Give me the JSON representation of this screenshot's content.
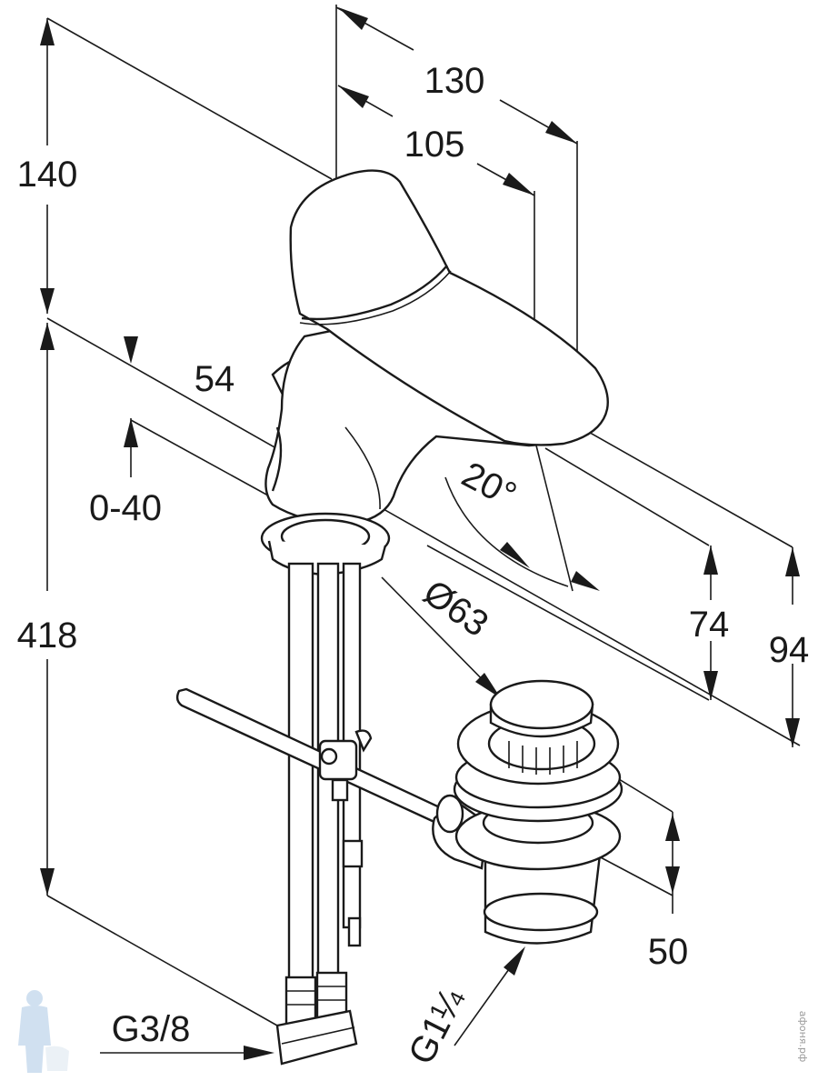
{
  "dimensions": {
    "height_spout": "140",
    "total_height": "418",
    "depth_outer": "130",
    "depth_spout": "105",
    "body_offset": "54",
    "thickness_range": "0-40",
    "tilt_angle": "20°",
    "height_74": "74",
    "height_94": "94",
    "drain_diameter": "Ø63",
    "drain_stroke": "50",
    "supply_thread": "G3/8",
    "drain_thread": "G1¼"
  },
  "watermark": {
    "text": "афоня.рф"
  }
}
